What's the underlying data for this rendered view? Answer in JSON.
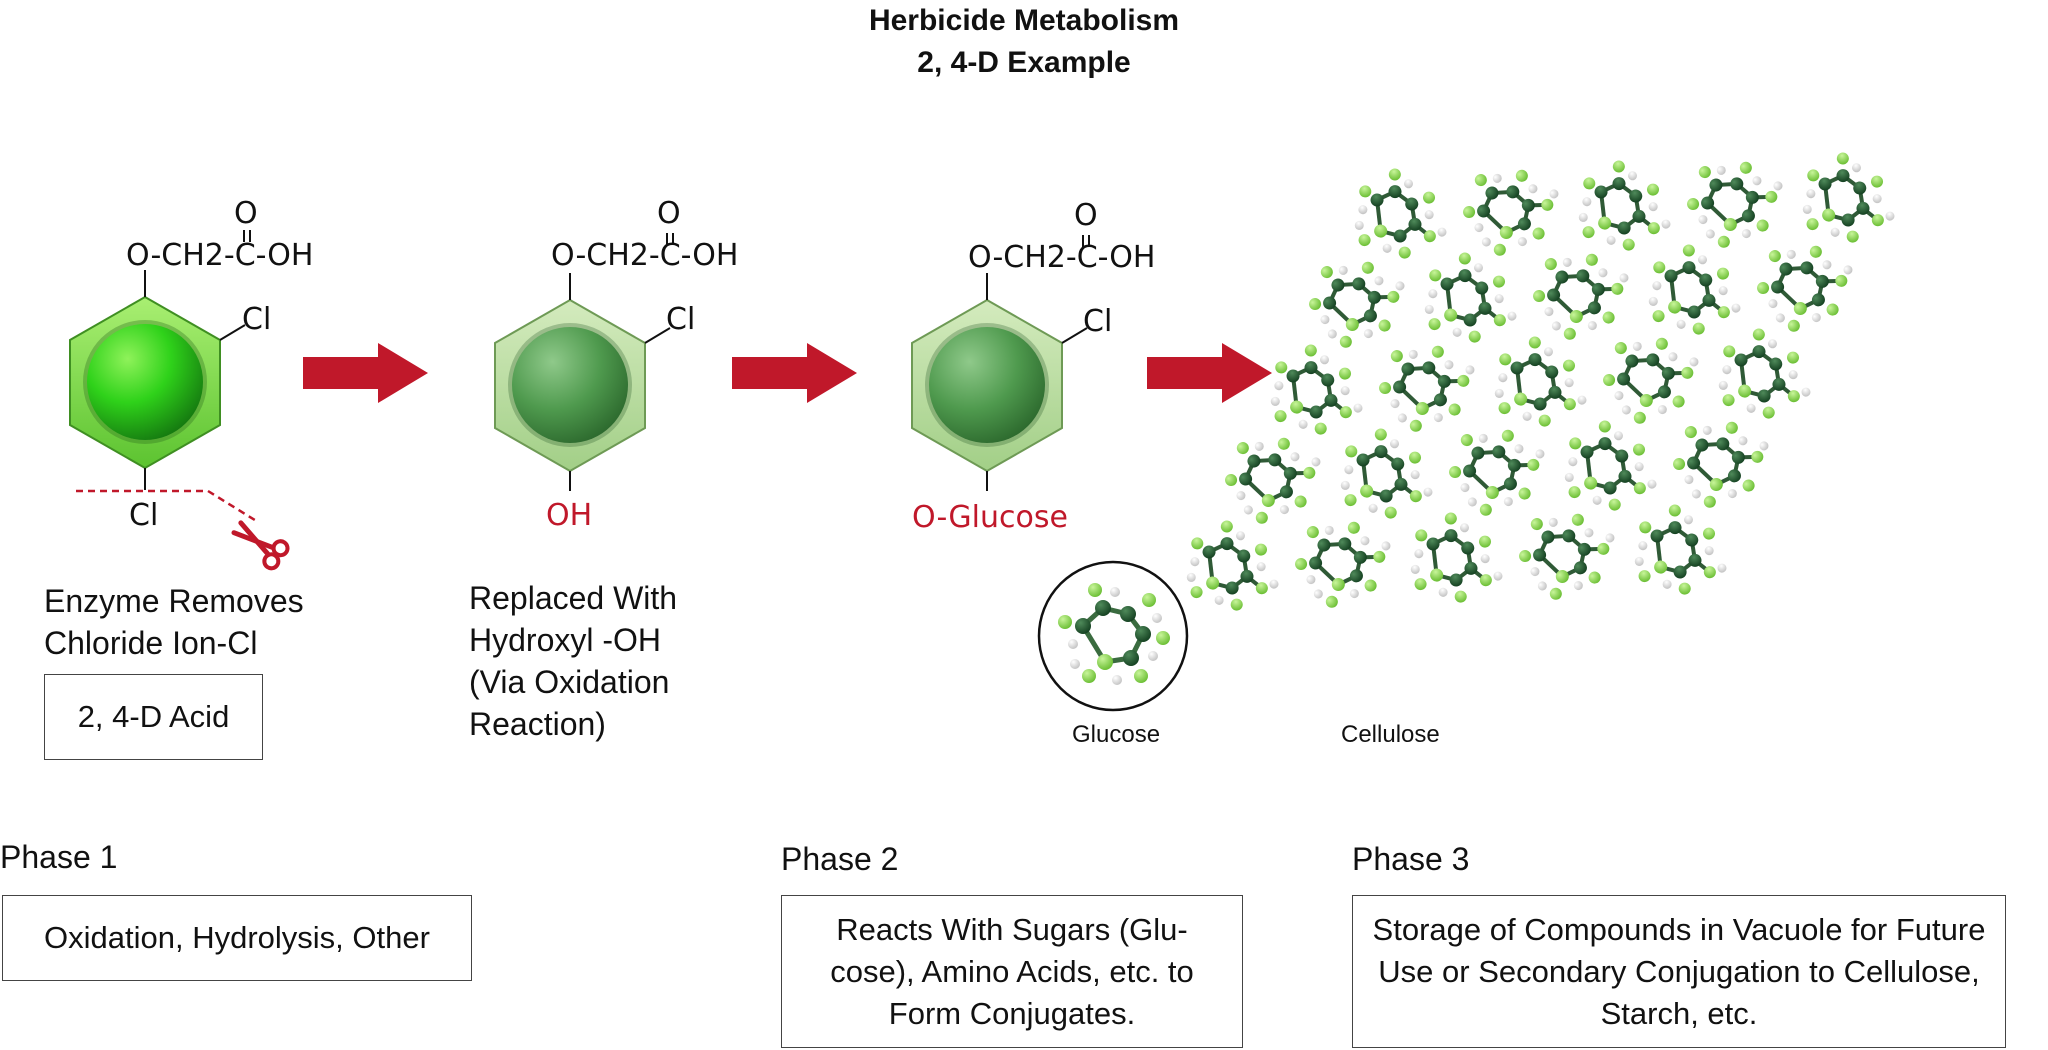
{
  "title": {
    "line1": "Herbicide Metabolism",
    "line2": "2, 4-D Example"
  },
  "molecules": [
    {
      "top_o": "O",
      "chain": "O-CH2-C-OH",
      "side_cl": "Cl",
      "bottom": "Cl"
    },
    {
      "top_o": "O",
      "chain": "O-CH2-C-OH",
      "side_cl": "Cl",
      "bottom": "OH"
    },
    {
      "top_o": "O",
      "chain": "O-CH2-C-OH",
      "side_cl": "Cl",
      "bottom": "O-Glucose"
    }
  ],
  "step1": {
    "line1": "Enzyme Removes",
    "line2": "Chloride Ion-Cl",
    "box": "2, 4-D Acid"
  },
  "step2": {
    "line1": "Replaced With",
    "line2": "Hydroxyl -OH",
    "line3": "(Via Oxidation",
    "line4": "Reaction)"
  },
  "glucose_label": "Glucose",
  "cellulose_label": "Cellulose",
  "phases": [
    {
      "title": "Phase 1",
      "box": "Oxidation, Hydrolysis, Other"
    },
    {
      "title": "Phase 2",
      "box_line1": "Reacts With Sugars (Glu-",
      "box_line2": "cose), Amino Acids, etc. to",
      "box_line3": "Form Conjugates."
    },
    {
      "title": "Phase 3",
      "box_line1": "Storage of Compounds in Vacuole for Future",
      "box_line2": "Use or Secondary Conjugation to Cellulose,",
      "box_line3": "Starch, etc."
    }
  ],
  "colors": {
    "arrow": "#c0182a",
    "ring_bright": "#5fd93a",
    "ring_pale": "#b9dca0",
    "atom_dark": "#1f4d2c",
    "atom_light": "#8cd64a"
  }
}
